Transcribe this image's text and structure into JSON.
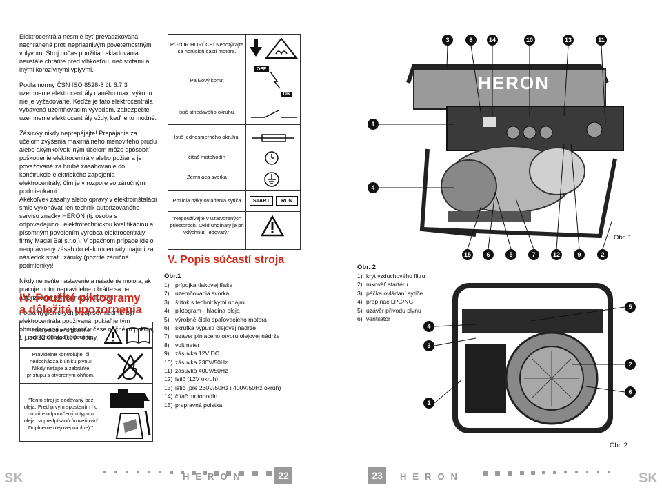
{
  "left": {
    "p1": "Elektrocentrála nesmie byť prevádzkovaná nechránená proti nepriaznivým poveternostným vplyvom. Stroj počas použitia i skladovania neustále chráňte pred vlhkosťou, nečistotami a inými korozívnymi vplyvmi.",
    "p2": "Podľa normy ČSN ISO 8528-8 čl. 6.7.3 uzemnenie elektrocentrály daného max. výkonu nie je vyžadované. Keďže je táto elektrocentrála vybavená uzemňovacím vývodom, zabezpečte uzemnenie elektrocentrály vždy, keď je to možné.",
    "p3": "Zásuvky nikdy neprepájajte! Prepájanie za účelom zvýšenia maximálneho menovitého prúdu alebo akýmkoľvek iným účelom môže spôsobiť poškodenie elektrocentrály alebo požiar a je považované za hrubé zasahovanie do konštrukcie elektrického zapojenia elektrocentrály, čím je v rozpore so záručnými podmienkami.",
    "p4": "Akékoľvek zásahy alebo opravy v elektroinštalácii smie vykonávať len technik autorizovaného servisu značky HERON (tj. osoba s odpovedajúcou elektrotechnickou kvalifikáciou a písomným povolením výrobca elektrocentrály - firmy Madal Bal s.r.o.). V opačnom prípade ide o neoprávnený zásah do elektrocentrály majúci za následok stratu záruky (pozrite záručné podmienky)!",
    "p5": "Nikdy nemeňte nastavenie a naladenie motora; ak pracuje motor nepravidelne, obráťte sa na autorizovaný servis značky HERON.",
    "p6": "Podľa hygienických predpisov nesmie byť elektrocentrála používaná, pokiaľ je tým obmedzovaná verejnosť v čase nočného pokoja, t. j. od 22.00 do 6.00 hodiny."
  },
  "section4": {
    "title_line1": "IV. Použité piktogramy",
    "title_line2": "a dôležité upozornenia"
  },
  "pictos": [
    "Pred použitím si pozorne prečítajte návod na použitie.",
    "Pravidelne kontrolujte, či nedochádza k úniku plynu! Nikdy neťajte a zabráňte prístupu s otvoreným ohňom.",
    "\"Tento stroj je dodávaný bez oleja. Pred prvým spustením ho doplňte odporučeným typom oleja na predpísanú úroveň (viď Doplnenie olejovej náplne).\""
  ],
  "table": {
    "rows": [
      "POZOR HORÚCE! Nedotýkajte sa horúcich častí motora.",
      "Palivový kohút",
      "Istič striedavého okruhu.",
      "Istič jednosmerného okruhu.",
      "čítač motohodín",
      "Zemniaca svorka",
      "Pozícia páky ovládania sýtiča",
      "\"Nepoužívajte v uzatvorených priestoroch. Oxid uhoľnatý je pri vdýchnutí jedovatý.\""
    ],
    "off_label": "OFF",
    "on_label": "ON",
    "start_label": "START",
    "run_label": "RUN"
  },
  "section5": {
    "title": "V. Popis súčastí stroja"
  },
  "obr1": {
    "heading": "Obr.1",
    "items": [
      {
        "n": "1)",
        "t": "prípojka tlakovej fľaše"
      },
      {
        "n": "2)",
        "t": "uzemňovacia svorka"
      },
      {
        "n": "3)",
        "t": "štítok s technickými údajmi"
      },
      {
        "n": "4)",
        "t": "piktogram - hladina oleja"
      },
      {
        "n": "5)",
        "t": "výrobné číslo spaľovacieho motora"
      },
      {
        "n": "6)",
        "t": "skrutka výpusti olejovej nádrže"
      },
      {
        "n": "7)",
        "t": "uzáver plniaceho otvoru olejovej nádrže"
      },
      {
        "n": "8)",
        "t": "voltmeter"
      },
      {
        "n": "9)",
        "t": "zásuvka 12V DC"
      },
      {
        "n": "10)",
        "t": "zásuvka 230V/50Hz"
      },
      {
        "n": "11)",
        "t": "zásuvka 400V/50Hz"
      },
      {
        "n": "12)",
        "t": "istič (12V okruh)"
      },
      {
        "n": "13)",
        "t": "istič (pre 230V/50Hz i 400V/50Hz okruh)"
      },
      {
        "n": "14)",
        "t": "čítač motohodín"
      },
      {
        "n": "15)",
        "t": "prepravná poistka"
      }
    ]
  },
  "obr2": {
    "heading": "Obr. 2",
    "items": [
      {
        "n": "1)",
        "t": "kryt vzduchového filtru"
      },
      {
        "n": "2)",
        "t": "rukoväť startéru"
      },
      {
        "n": "3)",
        "t": "páčka ovládaní sytiče"
      },
      {
        "n": "4)",
        "t": "přepínač LPG/NG"
      },
      {
        "n": "5)",
        "t": "uzávěr přívodu plynu"
      },
      {
        "n": "6)",
        "t": "ventilátor"
      }
    ]
  },
  "fig1": {
    "caption": "Obr. 1",
    "brand": "HERON",
    "top_markers": [
      "3",
      "8",
      "14",
      "10",
      "13",
      "11"
    ],
    "left_markers": [
      "1",
      "4"
    ],
    "bottom_markers": [
      "15",
      "6",
      "5",
      "7",
      "12",
      "9",
      "2"
    ]
  },
  "fig2": {
    "caption": "Obr. 2",
    "right_markers": [
      "5",
      "2",
      "6"
    ],
    "left_markers": [
      "4",
      "3",
      "1"
    ]
  },
  "footer": {
    "lang_left": "SK",
    "lang_right": "SK",
    "page_left": "22",
    "page_right": "23",
    "brand": "HERON"
  }
}
